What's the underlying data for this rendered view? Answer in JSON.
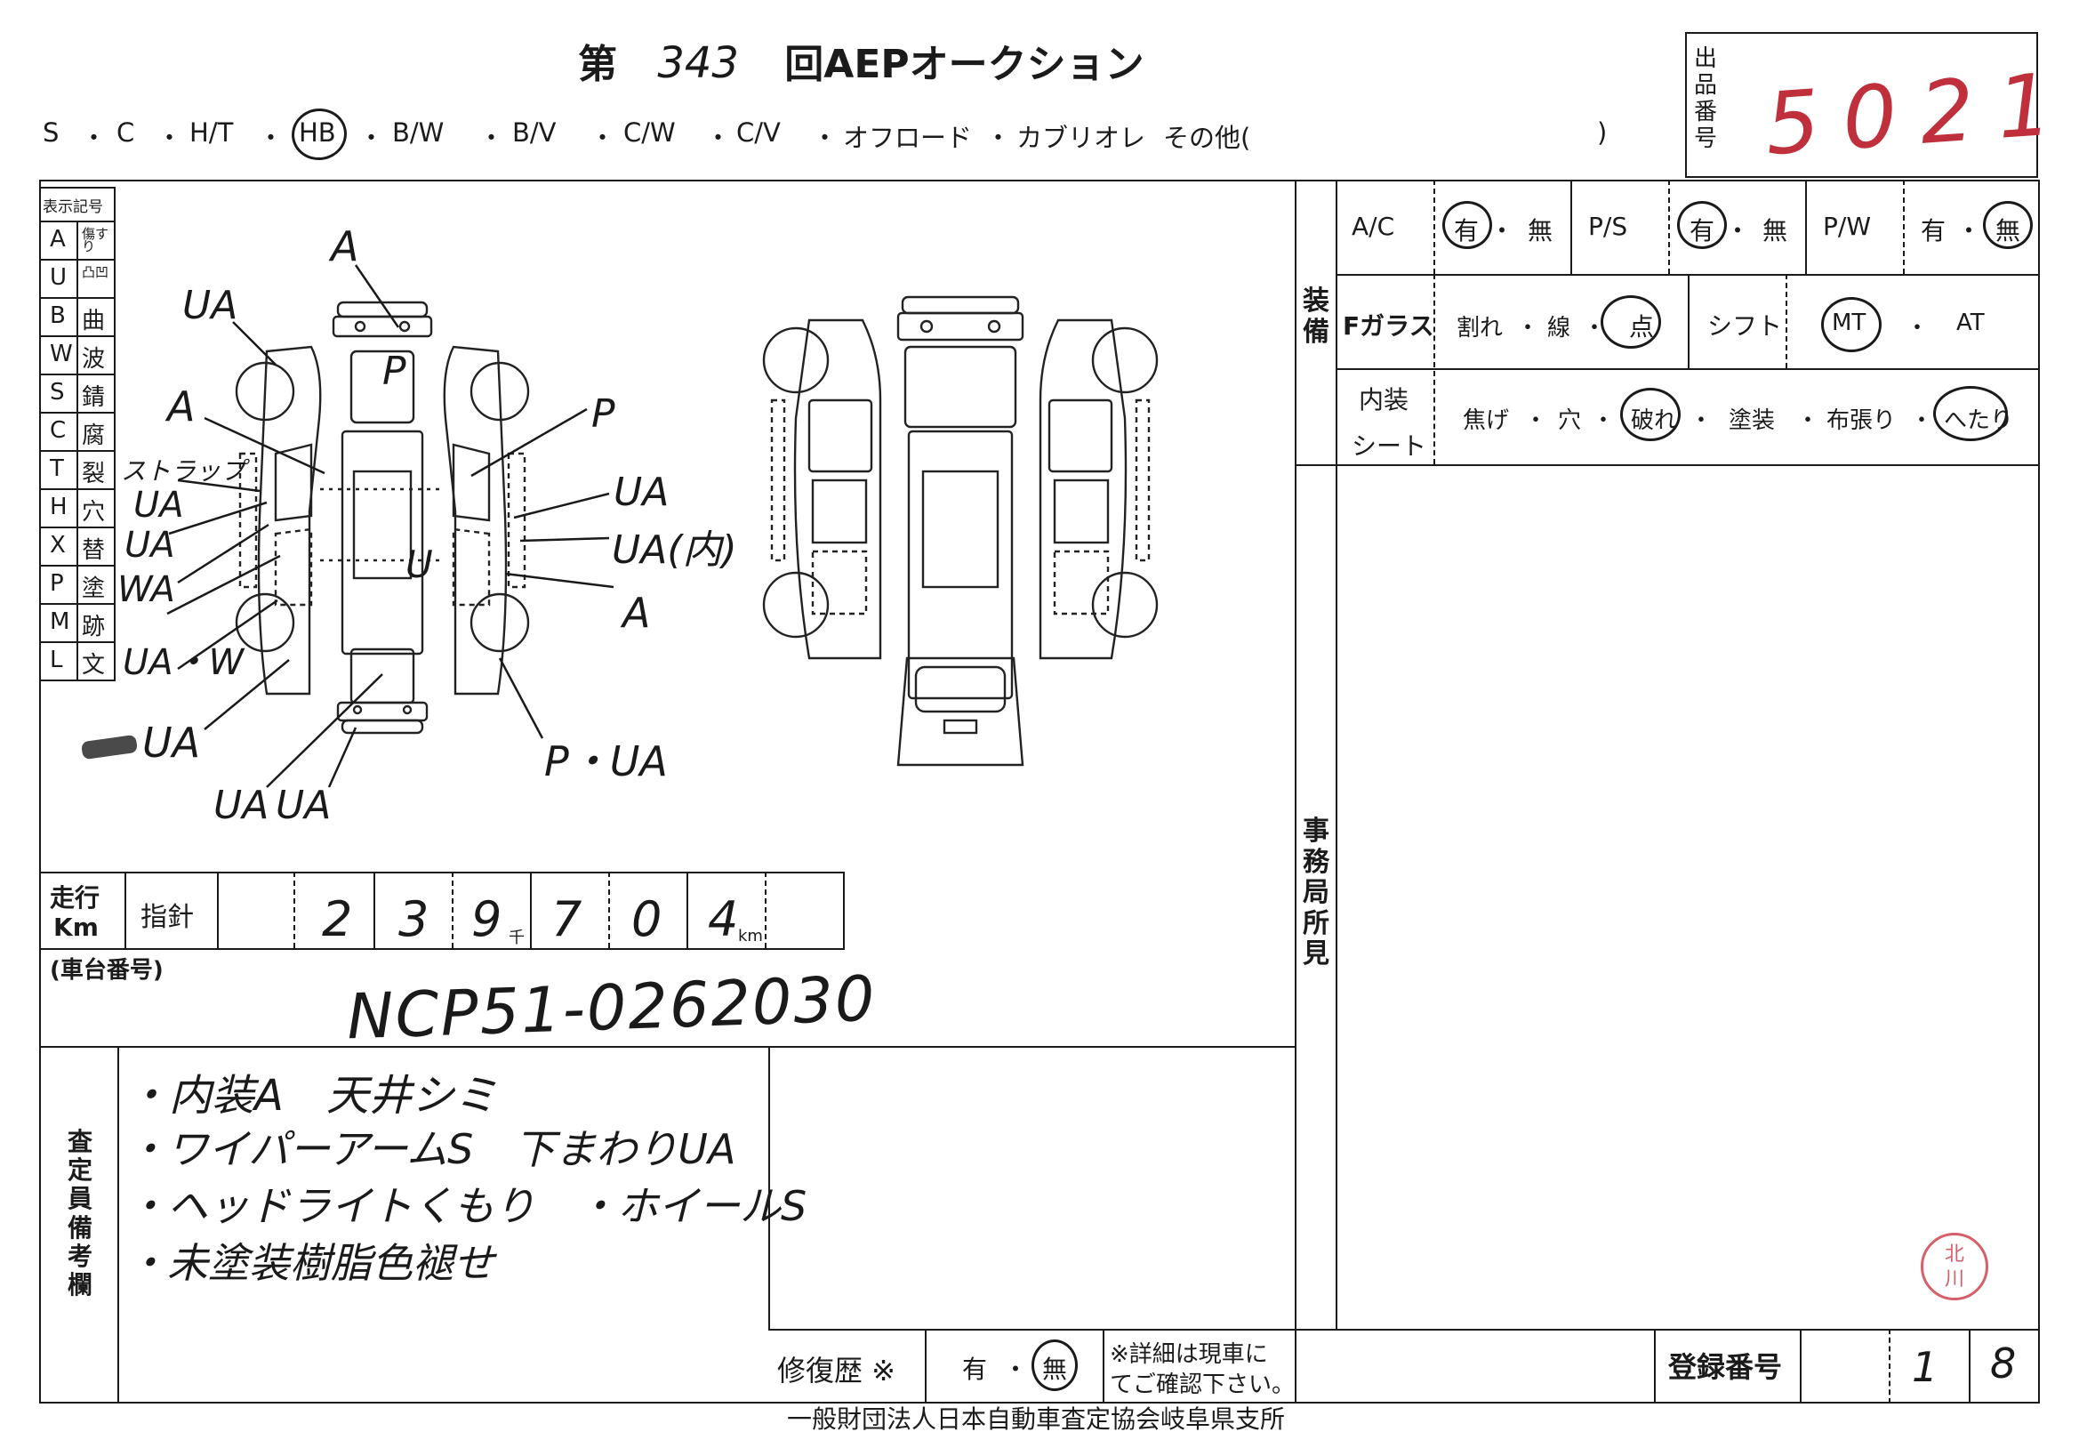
{
  "header": {
    "title_prefix": "第",
    "auction_no": "343",
    "title_suffix": "回AEPオークション",
    "body_types": [
      "S",
      "C",
      "H/T",
      "HB",
      "B/W",
      "B/V",
      "C/W",
      "C/V",
      "オフロード",
      "カブリオレ",
      "その他("
    ],
    "body_types_close": ")",
    "selected_body_type": "HB"
  },
  "lot": {
    "label_chars": [
      "出",
      "品",
      "番",
      "号"
    ],
    "number": "5021"
  },
  "legend": {
    "title": "表示記号",
    "rows": [
      {
        "code": "A",
        "meaning": "傷すり"
      },
      {
        "code": "U",
        "meaning": "凸凹"
      },
      {
        "code": "B",
        "meaning": "曲"
      },
      {
        "code": "W",
        "meaning": "波"
      },
      {
        "code": "S",
        "meaning": "錆"
      },
      {
        "code": "C",
        "meaning": "腐"
      },
      {
        "code": "T",
        "meaning": "裂"
      },
      {
        "code": "H",
        "meaning": "穴"
      },
      {
        "code": "X",
        "meaning": "替"
      },
      {
        "code": "P",
        "meaning": "塗"
      },
      {
        "code": "M",
        "meaning": "跡"
      },
      {
        "code": "L",
        "meaning": "文"
      }
    ]
  },
  "diagram_marks": {
    "m1": "A",
    "m2": "UA",
    "m3": "P",
    "m4": "A",
    "m5": "P",
    "m6": "ストラップ",
    "m7": "UA",
    "m8": "UA",
    "m9": "WA",
    "m10": "UA・W",
    "m11": "UA",
    "m12": "UA(内)",
    "m13": "U",
    "m14": "A",
    "m15": "UA",
    "m16": "UA",
    "m17": "UA",
    "m18": "P・UA"
  },
  "equipment": {
    "section_label": [
      "装",
      "備"
    ],
    "ac": {
      "label": "A/C",
      "yes": "有",
      "no": "無",
      "selected": "有"
    },
    "ps": {
      "label": "P/S",
      "yes": "有",
      "no": "無",
      "selected": "有"
    },
    "pw": {
      "label": "P/W",
      "yes": "有",
      "no": "無",
      "selected": "無"
    },
    "glass": {
      "label": "Fガラス",
      "options": [
        "割れ",
        "線",
        "点"
      ],
      "selected": "点"
    },
    "shift": {
      "label": "シフト",
      "options": [
        "MT",
        "AT"
      ],
      "selected": "MT"
    },
    "interior": {
      "label_1": "内装",
      "label_2": "シート",
      "options": [
        "焦げ",
        "穴",
        "破れ",
        "塗装",
        "布張り",
        "へたり"
      ],
      "selected": [
        "破れ",
        "へたり"
      ]
    }
  },
  "office": {
    "label": [
      "事",
      "務",
      "局",
      "所",
      "見"
    ]
  },
  "mileage": {
    "label_1": "走行",
    "label_2": "Km",
    "needle_label": "指針",
    "digits": [
      "2",
      "3",
      "9",
      "7",
      "0",
      "4"
    ],
    "thousand_mark": "千",
    "unit": "km"
  },
  "chassis": {
    "label": "(車台番号)",
    "value": "NCP51-0262030"
  },
  "remarks": {
    "label": [
      "査",
      "定",
      "員",
      "備",
      "考",
      "欄"
    ],
    "lines": [
      "・内装A　天井シミ",
      "・ワイパーアームS　下まわりUA",
      "・ヘッドライトくもり　・ホイールS",
      "・未塗装樹脂色褪せ"
    ]
  },
  "repair": {
    "label": "修復歴 ※",
    "yes": "有",
    "no": "無",
    "selected": "無",
    "note_1": "※詳細は現車に",
    "note_2": "てご確認下さい。"
  },
  "registration": {
    "label": "登録番号",
    "value_1": "1",
    "value_2": "8"
  },
  "stamp": {
    "text_1": "北",
    "text_2": "川"
  },
  "footer": {
    "text": "一般財団法人日本自動車査定協会岐阜県支所"
  }
}
